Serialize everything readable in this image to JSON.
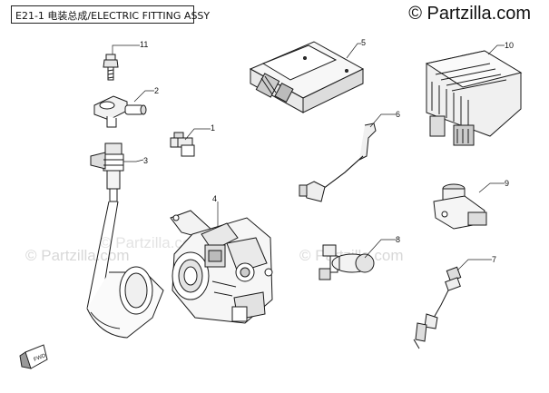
{
  "header": {
    "title": "E21-1 电装总成/ELECTRIC FITTING ASSY",
    "brand": "© Partzilla.com"
  },
  "watermarks": [
    "© Partzilla.com",
    "© Partzilla.com",
    "© Partzilla.com"
  ],
  "callouts": [
    "1",
    "2",
    "3",
    "4",
    "5",
    "6",
    "7",
    "8",
    "9",
    "10",
    "11"
  ],
  "fwd_label": "FWD"
}
